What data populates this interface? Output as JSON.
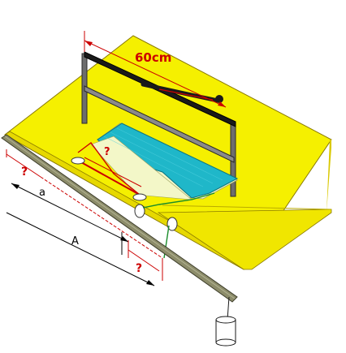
{
  "labels": {
    "length": "60cm",
    "q_left": "?",
    "q_plate": "?",
    "q_bottom": "?",
    "a_small": "a",
    "a_big": "A"
  },
  "colors": {
    "board": "#f5f000",
    "board_edge": "#d9c800",
    "board_shadow": "#c8b400",
    "plate_cyan": "#1fb7c9",
    "plate_light": "#f3f7c8",
    "dimension": "#cc0000",
    "rod": "#8c8c6a",
    "frame": "#3a3a3a",
    "string_green": "#1a8c2a"
  }
}
